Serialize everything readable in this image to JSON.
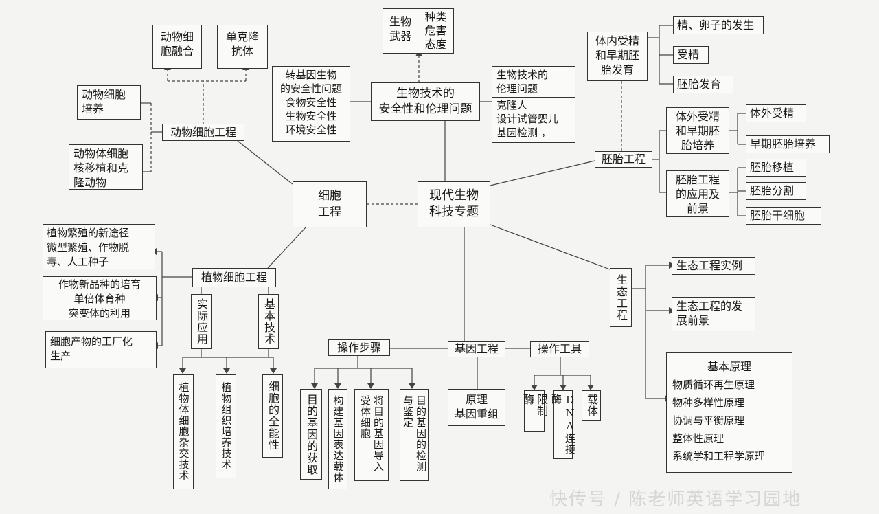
{
  "center": {
    "title_lines": [
      "现代生物",
      "科技专题"
    ]
  },
  "safety_ethics": {
    "title_lines": [
      "生物技术的",
      "安全性和伦理问题"
    ],
    "bio_weapons": {
      "label_lines": [
        "生物",
        "武器"
      ],
      "items": [
        "种类",
        "危害",
        "态度"
      ]
    },
    "transgenic": {
      "lines": [
        "转基因生物",
        "的安全性问题",
        "食物安全性",
        "生物安全性",
        "环境安全性"
      ]
    },
    "ethics": {
      "lines": [
        "生物技术的",
        "伦理问题",
        "克隆人",
        "设计试管婴儿",
        "基因检测  ，"
      ]
    }
  },
  "embryo_engineering": {
    "title": "胚胎工程",
    "in_vivo": {
      "title_lines": [
        "体内受精",
        "和早期胚",
        "胎发育"
      ],
      "items": [
        "精、卵子的发生",
        "受精",
        "胚胎发育"
      ]
    },
    "in_vitro": {
      "title_lines": [
        "体外受精",
        "和早期胚",
        "胎培养"
      ],
      "items": [
        "体外受精",
        "早期胚胎培养"
      ]
    },
    "application": {
      "title_lines": [
        "胚胎工程",
        "的应用及",
        "前景"
      ],
      "items": [
        "胚胎移植",
        "胚胎分割",
        "胚胎干细胞"
      ]
    }
  },
  "eco_engineering": {
    "title": "生态工程",
    "examples": "生态工程实例",
    "prospects_lines": [
      "生态工程的发",
      "展前景"
    ],
    "principles": {
      "title": "基本原理",
      "items": [
        "物质循环再生原理",
        "物种多样性原理",
        "协调与平衡原理",
        "整体性原理",
        "系统学和工程学原理"
      ]
    }
  },
  "gene_engineering": {
    "title": "基因工程",
    "steps": {
      "title": "操作步骤",
      "items": [
        "目的基因的获取",
        "构建基因表达载体",
        "将目的基因导入受体细胞",
        "目的基因的检测与鉴定"
      ]
    },
    "tools": {
      "title": "操作工具",
      "items": [
        "限制酶",
        "DNA连接酶",
        "载体"
      ]
    },
    "principle_lines": [
      "原理",
      "基因重组"
    ]
  },
  "cell_engineering": {
    "title_lines": [
      "细胞",
      "工程"
    ],
    "animal": {
      "title": "动物细胞工程",
      "culture_lines": [
        "动物细胞",
        "培养"
      ],
      "nuclear_transfer_lines": [
        "动物体细胞",
        "核移植和克",
        "隆动物"
      ],
      "fusion_lines": [
        "动物细",
        "胞融合"
      ],
      "antibody_lines": [
        "单克隆",
        "抗体"
      ]
    },
    "plant": {
      "title": "植物细胞工程",
      "propagation_lines": [
        "植物繁殖的新途径",
        "微型繁殖、作物脱",
        "毒、人工种子"
      ],
      "breeding_lines": [
        "作物新品种的培育",
        "单倍体育种",
        "突变体的利用"
      ],
      "production_lines": [
        "细胞产物的工厂化",
        "生产"
      ],
      "practical": "实际应用",
      "basic_tech": "基本技术",
      "techniques": [
        "植物体细胞杂交技术",
        "植物组织培养技术",
        "细胞的全能性"
      ]
    }
  },
  "watermark": "快传号 / 陈老师英语学习园地"
}
